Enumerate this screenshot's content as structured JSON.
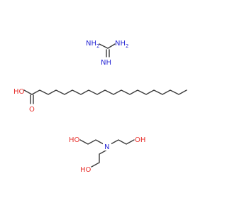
{
  "molecules": {
    "guanidine": {
      "nh2_left": "NH2",
      "nh2_right": "NH2",
      "nh": "NH"
    },
    "stearic_acid": {
      "ho": "HO",
      "o": "O"
    },
    "triethanolamine": {
      "n": "N",
      "oh_left": "HO",
      "oh_right": "OH",
      "oh_bottom": "HO"
    }
  },
  "colors": {
    "bond": "#3a3a3a",
    "nitrogen": "#2b2bd6",
    "oxygen": "#e8302c",
    "background": "#ffffff"
  }
}
